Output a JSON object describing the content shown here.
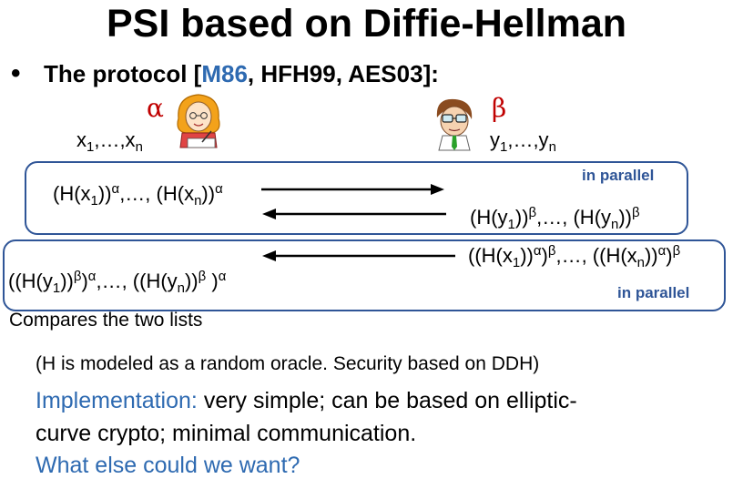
{
  "title": "PSI based on Diffie-Hellman",
  "bullet": {
    "text": "The protocol [",
    "ref_blue": "M86",
    "refs_rest": ", HFH99, AES03]:"
  },
  "alpha": "α",
  "beta": "β",
  "x_set": {
    "a": "x",
    "a_sub": "1",
    "mid": ",…,x",
    "b_sub": "n"
  },
  "y_set": {
    "a": "y",
    "a_sub": "1",
    "mid": ",…,y",
    "b_sub": "n"
  },
  "round1": {
    "in_parallel": "in parallel",
    "msg_alice": "(H(x₁))^α,…, (H(xₙ))^α",
    "msg_bob": "(H(y₁))^β,…, (H(yₙ))^β"
  },
  "round2": {
    "in_parallel": "in parallel",
    "msg_bob": "((H(x₁))^α)^β,…, ((H(xₙ))^α)^β",
    "msg_alice": "((H(y₁))^β)^α,…, ((H(yₙ))^β )^α"
  },
  "compare": "Compares the two lists",
  "note": "(H is modeled as a random oracle. Security based on DDH)",
  "implementation": {
    "label": "Implementation:",
    "line1": " very simple; can be based on elliptic-",
    "line2": "curve crypto; minimal communication."
  },
  "question": "What else could we want?",
  "colors": {
    "accent_blue": "#2e6ab1",
    "box_border": "#2f5597",
    "greek_red": "#c00000"
  },
  "icons": [
    "woman-writing-icon",
    "man-with-glasses-icon"
  ]
}
